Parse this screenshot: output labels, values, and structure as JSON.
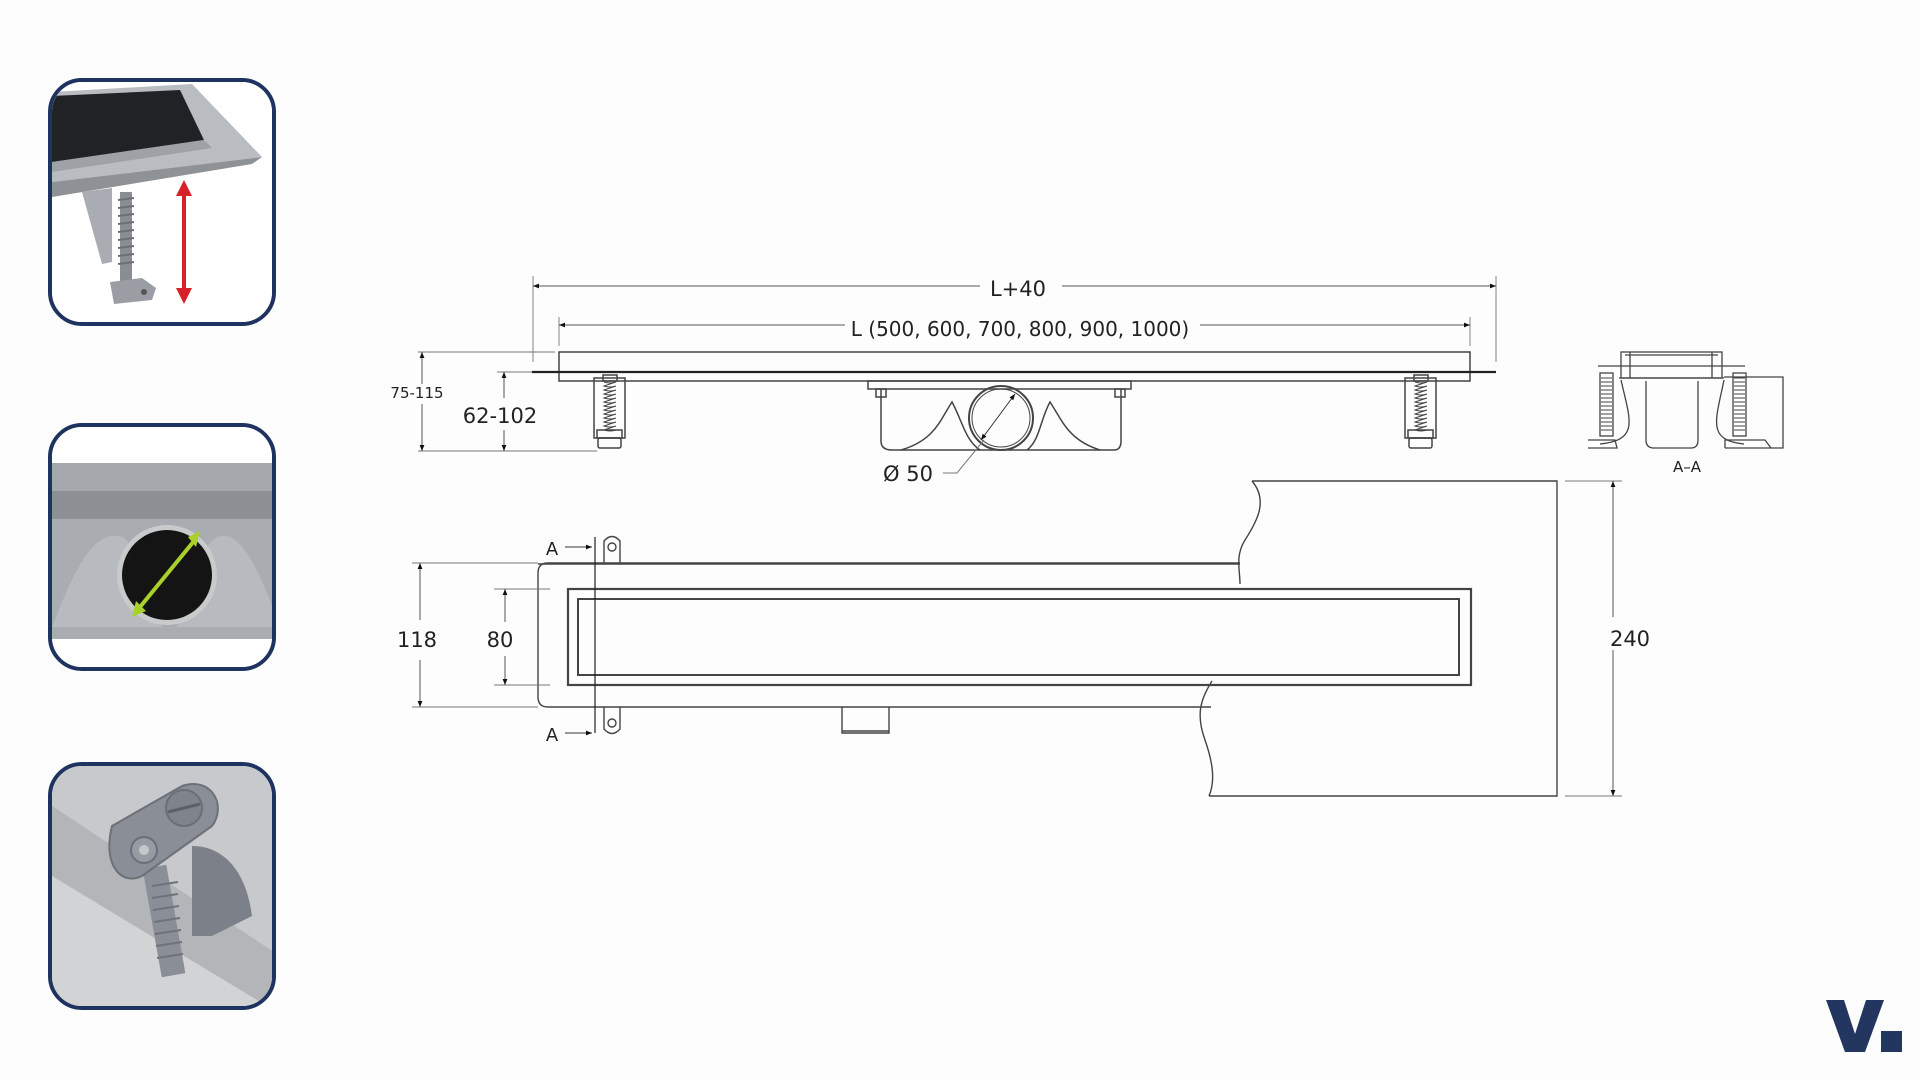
{
  "colors": {
    "panel_border": "#1f3360",
    "logo": "#223660",
    "height_arrow": "#d8222a",
    "diameter_arrow": "#a8d22a",
    "line": "#444444"
  },
  "panels": [
    {
      "id": "height-adjust",
      "description": "adjustable leg with vertical height arrow",
      "icon": "height-adjust-arrow-icon"
    },
    {
      "id": "outlet-diameter",
      "description": "drain outlet with diameter arrow",
      "icon": "diameter-arrow-icon"
    },
    {
      "id": "mounting-bracket",
      "description": "screw mounting bracket detail",
      "icon": "mounting-bracket-icon"
    }
  ],
  "side_view": {
    "overall_length_label": "L+40",
    "length_label": "L (500, 600, 700, 800, 900, 1000)",
    "total_height_label": "75-115",
    "leg_height_label": "62-102",
    "outlet_diameter_label": "Ø 50"
  },
  "section_view": {
    "label": "A–A"
  },
  "top_view": {
    "section_marker_top": "A",
    "section_marker_bottom": "A",
    "body_width_label": "118",
    "grate_width_label": "80",
    "floor_width_label": "240"
  },
  "logo": {
    "text": "v."
  }
}
